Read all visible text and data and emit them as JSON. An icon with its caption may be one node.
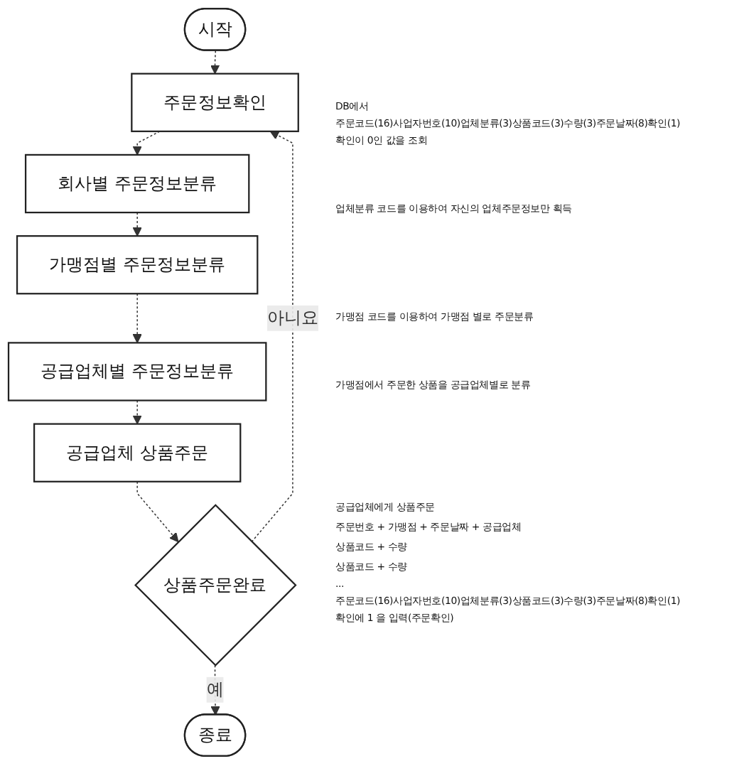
{
  "diagram": {
    "nodes": [
      {
        "text": [
          "시작"
        ]
      },
      {
        "text": [
          "주문정보확인"
        ]
      },
      {
        "text": [
          "회사별 주문정보분류"
        ]
      },
      {
        "text": [
          "가맹점별 주문정보분류"
        ]
      },
      {
        "text": [
          "공급업체별 주문정보분류"
        ]
      },
      {
        "text": [
          "공급업체 상품주문"
        ]
      },
      {
        "text": [
          "상품주문완료"
        ]
      },
      {
        "text": [
          "종료"
        ]
      }
    ],
    "edges": [
      {
        "from": 0,
        "to": 1,
        "arrow": "to"
      },
      {
        "from": 1,
        "to": 2,
        "arrow": "to"
      },
      {
        "from": 2,
        "to": 3,
        "arrow": "to"
      },
      {
        "from": 3,
        "to": 4,
        "arrow": "to"
      },
      {
        "from": 4,
        "to": 5,
        "arrow": "to"
      },
      {
        "from": 5,
        "to": 6,
        "arrow": "to"
      },
      {
        "from": 6,
        "to": 1,
        "arrow": "to",
        "label": "아니요"
      },
      {
        "from": 6,
        "to": 7,
        "arrow": "to",
        "label": "예"
      }
    ],
    "labels": [
      "DB에서",
      "주문코드(16)사업자번호(10)업체분류(3)상품코드(3)수량(3)주문날짜(8)확인(1)",
      "확인이 0인 값을 조회",
      "업체분류 코드를 이용하여 자신의 업체주문정보만 획득",
      "가맹점 코드를 이용하여 가맹점 별로 주문분류",
      "가맹점에서 주문한 상품을 공급업체별로 분류",
      "공급업체에게 상품주문",
      "주문번호 + 가맹점 + 주문날짜 + 공급업체",
      "상품코드 + 수량",
      "상품코드 + 수량",
      "...",
      "주문코드(16)사업자번호(10)업체분류(3)상품코드(3)수량(3)주문날짜(8)확인(1)",
      "확인에 1 을 입력(주문확인)"
    ]
  }
}
